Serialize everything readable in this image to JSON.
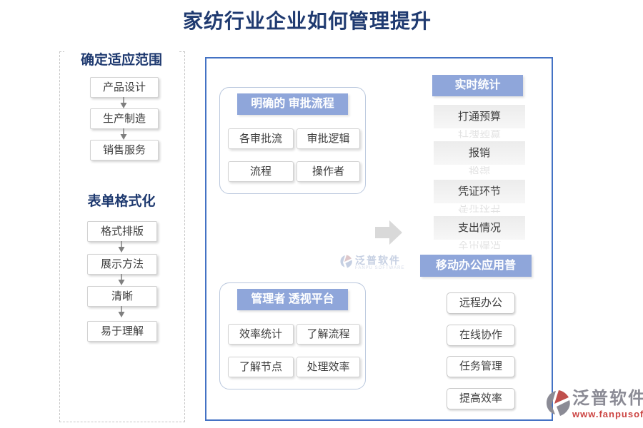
{
  "title": "家纺行业企业如何管理提升",
  "sidebar": {
    "sections": [
      {
        "header": "确定适应范围",
        "items": [
          "产品设计",
          "生产制造",
          "销售服务"
        ]
      },
      {
        "header": "表单格式化",
        "items": [
          "格式排版",
          "展示方法",
          "清晰",
          "易于理解"
        ]
      }
    ]
  },
  "main": {
    "groups": [
      {
        "header": "明确的 审批流程",
        "items": [
          "各审批流",
          "审批逻辑",
          "流程",
          "操作者"
        ]
      },
      {
        "header": "管理者 透视平台",
        "items": [
          "效率统计",
          "了解流程",
          "了解节点",
          "处理效率"
        ]
      }
    ],
    "right_top": {
      "header": "实时统计",
      "items": [
        "打通预算",
        "报销",
        "凭证环节",
        "支出情况"
      ]
    },
    "right_bottom": {
      "header": "移动办公应用普",
      "items": [
        "远程办公",
        "在线协作",
        "任务管理",
        "提高效率"
      ]
    }
  },
  "watermark": {
    "name": "泛普软件",
    "subtitle": "FANPU SOFTWARE"
  },
  "logo": {
    "name": "泛普软件",
    "url": "www.fanpusoft.com"
  },
  "colors": {
    "accent": "#8FA6DA",
    "frame_blue": "#4472C4",
    "title_text": "#1F3A70",
    "arrow_gray": "#D9D9D9",
    "logo_red": "#C0504D",
    "logo_gray": "#8B8B95"
  }
}
